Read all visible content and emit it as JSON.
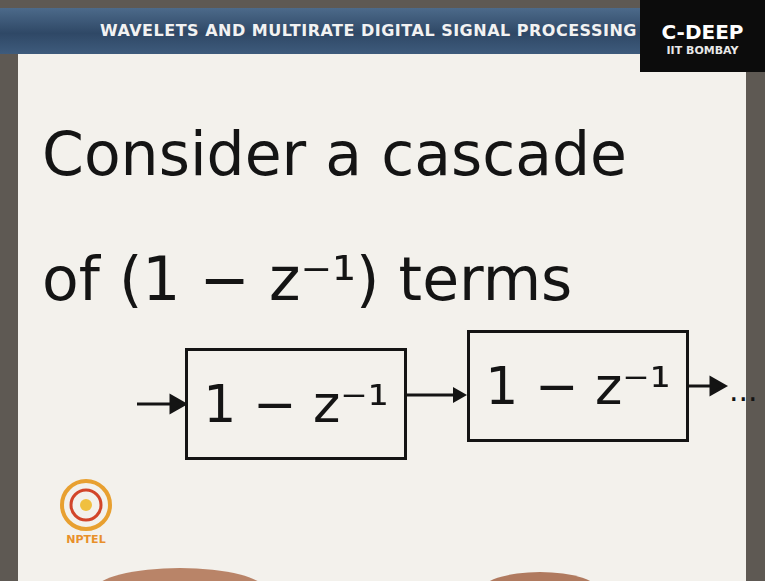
{
  "diagram": {
    "title": "Consider a cascade of (1 − z⁻¹) terms",
    "nodes": [
      {
        "text": [
          "1 − z⁻¹"
        ]
      },
      {
        "text": [
          "1 − z⁻¹"
        ]
      }
    ],
    "edges": [
      {
        "from": 0,
        "to": 1,
        "arrow": "to"
      }
    ],
    "labels": [
      "WAVELETS AND MULTIRATE DIGITAL SIGNAL PROCESSING",
      "C-DEEP",
      "IIT BOMBAY",
      "...",
      "NPTEL"
    ]
  }
}
